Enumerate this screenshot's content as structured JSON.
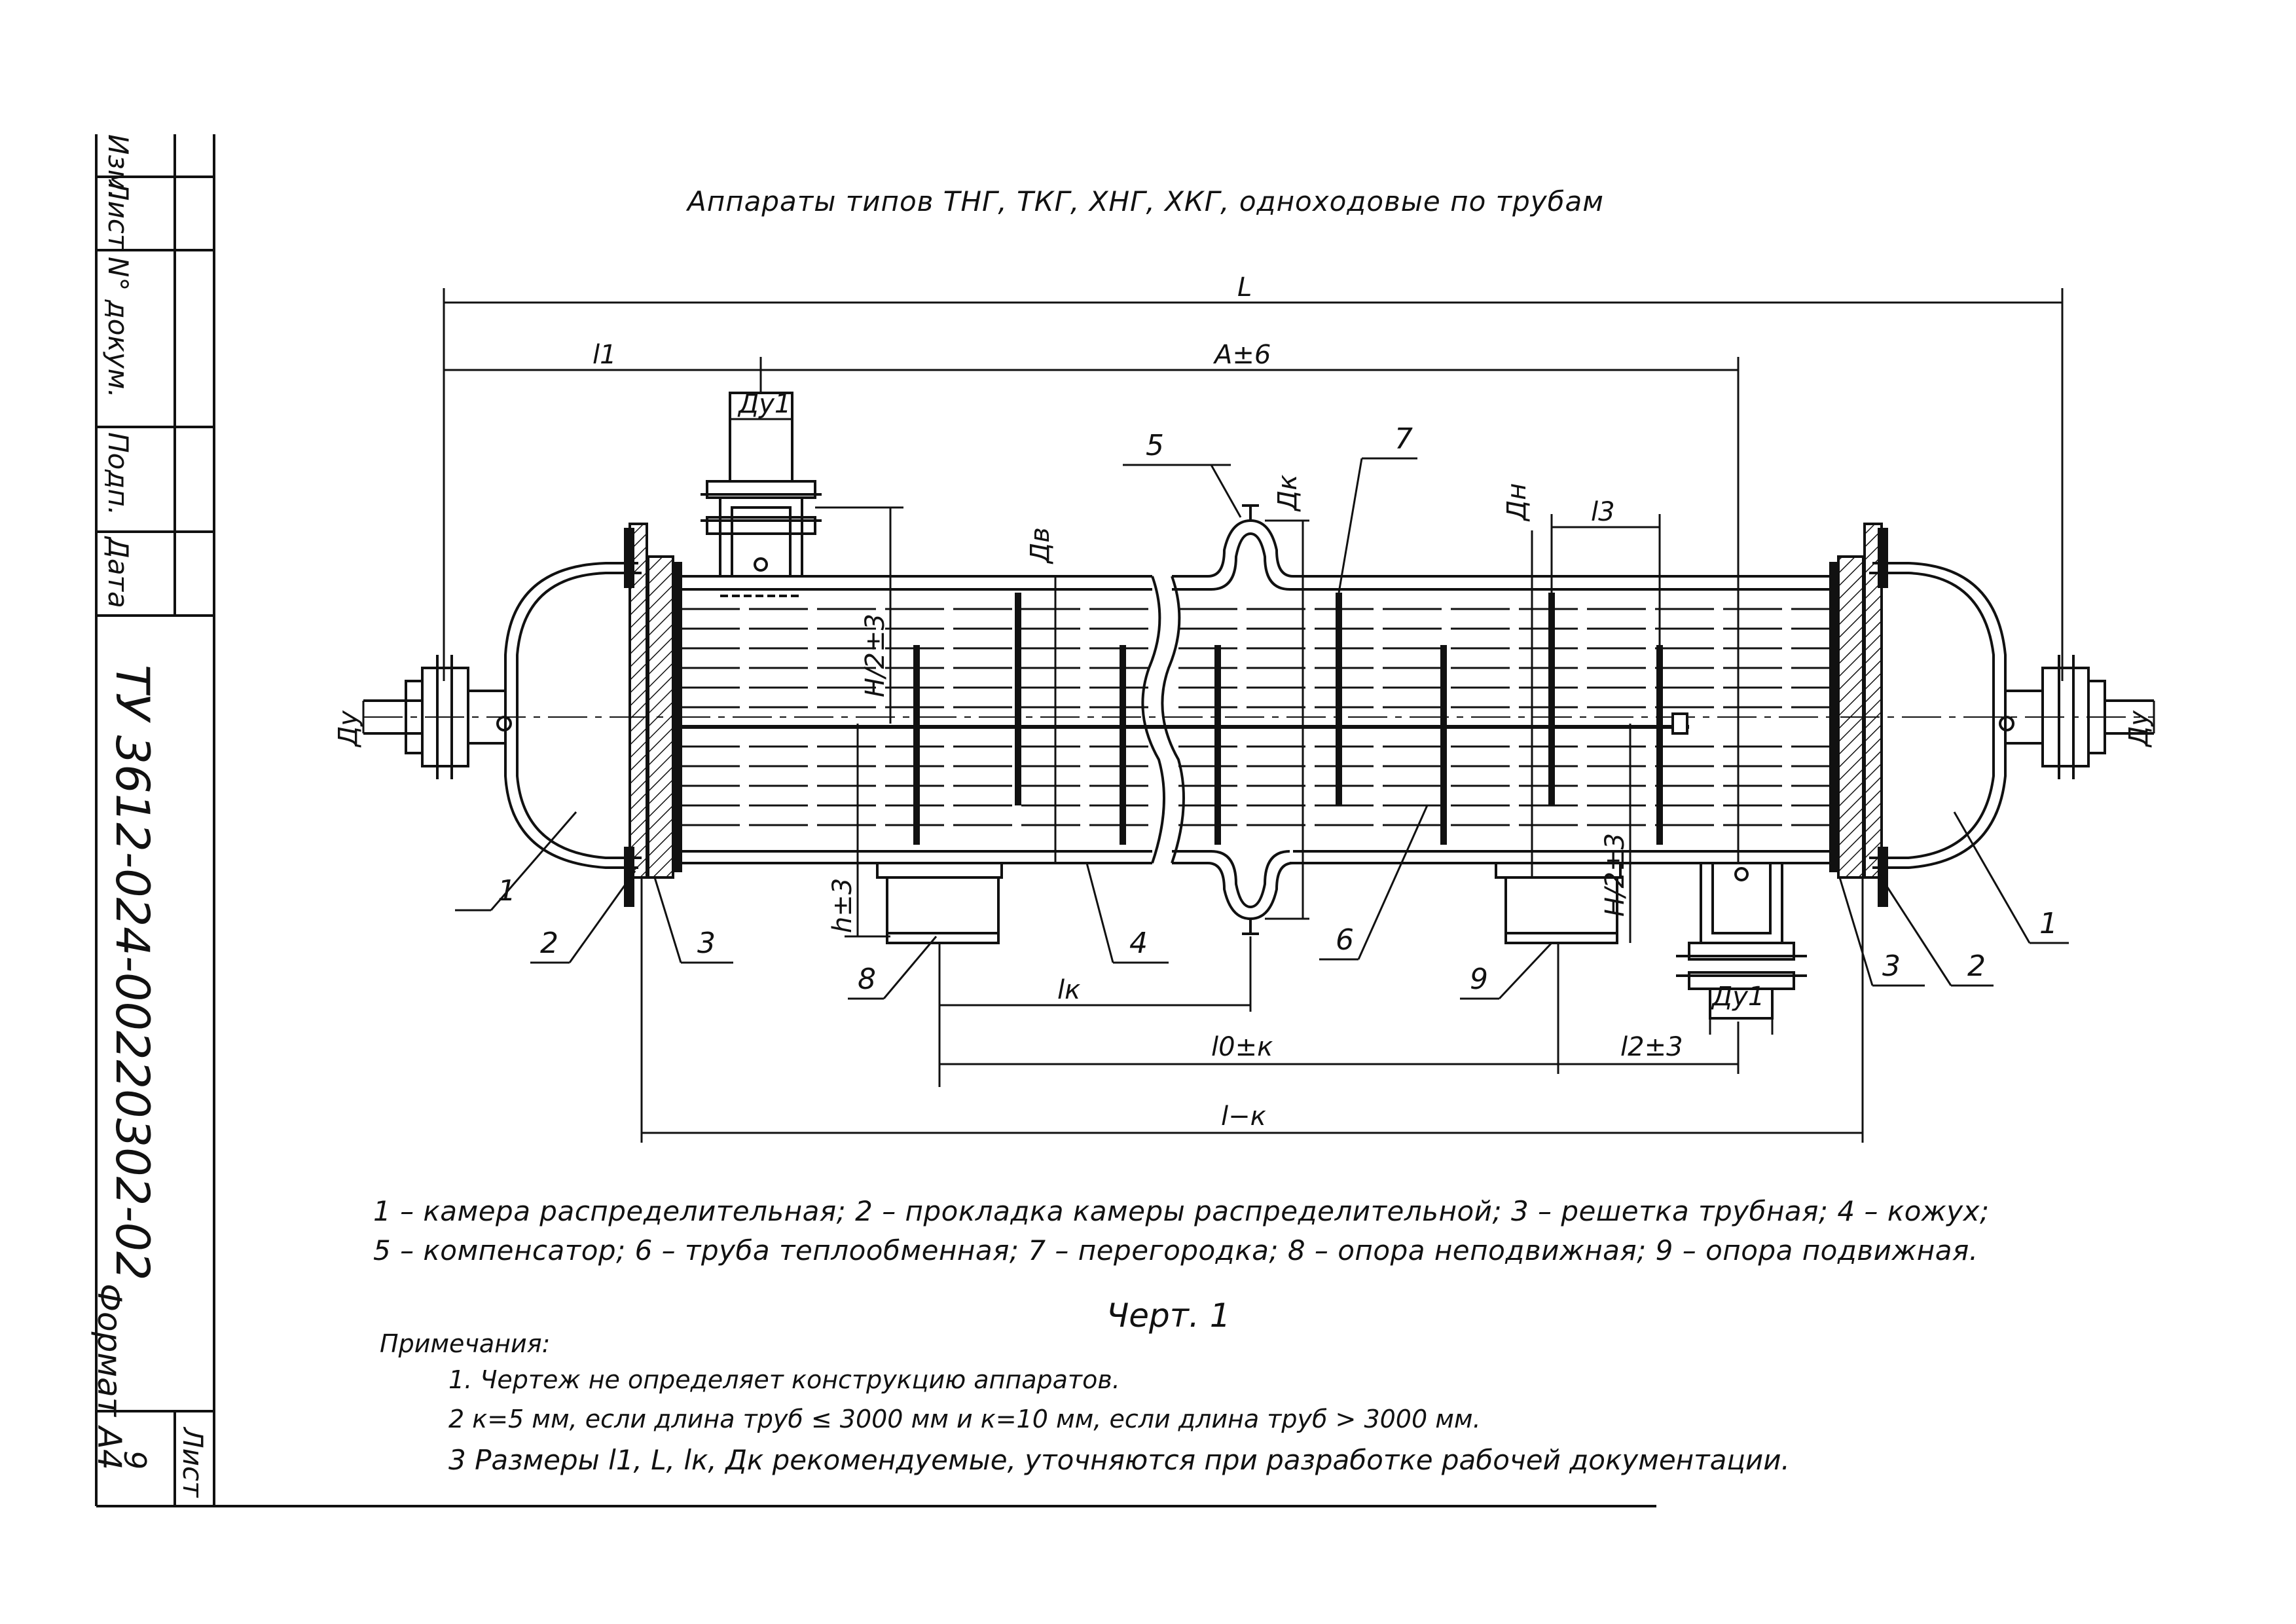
{
  "title": "Аппараты типов ТНГ, ТКГ, ХНГ, ХКГ, одноходовые по трубам",
  "stamp": {
    "col_izm": "Изм.",
    "col_list": "Лист",
    "col_doc": "N° докум.",
    "col_sign": "Подп.",
    "col_date": "Дата",
    "doc_code": "ТУ 3612-024-00220302-02",
    "sheet_label": "Лист",
    "sheet_number": "9",
    "format": "Формат А4"
  },
  "dimensions": {
    "L": "L",
    "l1": "l1",
    "A": "A±6",
    "Du1_top": "Ду1",
    "Du1_bottom": "Ду1",
    "Db": "Дв",
    "Dk": "Дк",
    "Dn": "Дн",
    "l3": "l3",
    "H2_left": "H/2±3",
    "H2_right": "H/2±3",
    "Du_left": "Ду",
    "Du_right": "Ду",
    "h": "h±3",
    "lk": "lк",
    "l0": "l0±к",
    "l2": "l2±3",
    "l_k": "l−к"
  },
  "callouts": [
    "1",
    "2",
    "3",
    "4",
    "5",
    "6",
    "7",
    "8",
    "9",
    "1",
    "2",
    "3"
  ],
  "legend_line1": "1 – камера распределительная; 2 – прокладка камеры распределительной; 3 – решетка трубная; 4 – кожух;",
  "legend_line2": "5 – компенсатор; 6 – труба теплообменная; 7 – перегородка; 8 – опора неподвижная; 9 – опора подвижная.",
  "figure_caption": "Черт. 1",
  "notes_title": "Примечания:",
  "notes": [
    "1. Чертеж не определяет конструкцию аппаратов.",
    "2  к=5 мм, если длина труб ≤ 3000 мм и к=10 мм, если длина труб > 3000 мм.",
    "3  Размеры l1, L, lк, Дк рекомендуемые, уточняются при разработке рабочей документации."
  ]
}
